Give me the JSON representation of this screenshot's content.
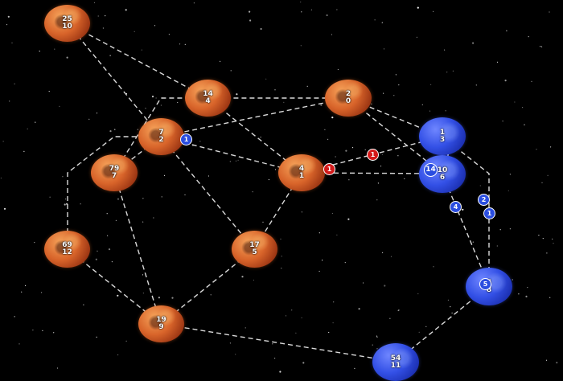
{
  "colors": {
    "player_red": "#d8642a",
    "player_blue": "#3350e6",
    "lane": "#d9d9d9",
    "background": "#000000"
  },
  "planets": [
    {
      "id": "p1",
      "color": "red",
      "top": "25",
      "bottom": "10"
    },
    {
      "id": "p2",
      "color": "red",
      "top": "14",
      "bottom": "4"
    },
    {
      "id": "p3",
      "color": "red",
      "top": "2",
      "bottom": "0"
    },
    {
      "id": "p4",
      "color": "red",
      "top": "7",
      "bottom": "2"
    },
    {
      "id": "p5",
      "color": "red",
      "top": "79",
      "bottom": "7"
    },
    {
      "id": "p6",
      "color": "red",
      "top": "4",
      "bottom": "1"
    },
    {
      "id": "p7",
      "color": "red",
      "top": "69",
      "bottom": "12"
    },
    {
      "id": "p8",
      "color": "red",
      "top": "17",
      "bottom": "5"
    },
    {
      "id": "p9",
      "color": "red",
      "top": "19",
      "bottom": "9"
    },
    {
      "id": "p10",
      "color": "blue",
      "top": "1",
      "bottom": "3"
    },
    {
      "id": "p11",
      "color": "blue",
      "top": "10",
      "bottom": "6"
    },
    {
      "id": "p12",
      "color": "blue",
      "top": "5",
      "bottom": "8"
    },
    {
      "id": "p13",
      "color": "blue",
      "top": "54",
      "bottom": "11"
    }
  ],
  "fleets": [
    {
      "id": "f1",
      "color": "blue",
      "count": "1"
    },
    {
      "id": "f2",
      "color": "red",
      "count": "1"
    },
    {
      "id": "f3",
      "color": "red",
      "count": "1"
    },
    {
      "id": "f4",
      "color": "blue",
      "count": "14"
    },
    {
      "id": "f5",
      "color": "blue",
      "count": "2"
    },
    {
      "id": "f6",
      "color": "blue",
      "count": "4"
    },
    {
      "id": "f7",
      "color": "blue",
      "count": "1"
    },
    {
      "id": "f8",
      "color": "blue",
      "count": "5"
    }
  ]
}
